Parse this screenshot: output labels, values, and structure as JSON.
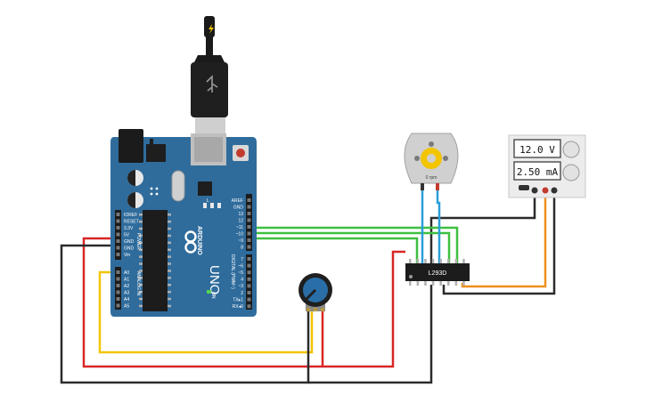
{
  "arduino": {
    "model": "UNO",
    "brand": "ARDUINO",
    "digital_header_label": "DIGITAL (PWM~)",
    "analog_header_label": "ANALOG IN",
    "power_header_label": "POWER",
    "on_label": "ON",
    "tx_label": "TX",
    "rx_label": "RX",
    "l_label": "L",
    "power_pins": [
      "IOREF",
      "RESET",
      "3.3V",
      "5V",
      "GND",
      "GND",
      "Vin"
    ],
    "analog_pins": [
      "A0",
      "A1",
      "A2",
      "A3",
      "A4",
      "A5"
    ],
    "digital_pins_top": [
      "AREF",
      "GND",
      "13",
      "12",
      "~11",
      "~10",
      "~9",
      "8"
    ],
    "digital_pins_bottom": [
      "7",
      "~6",
      "~5",
      "4",
      "~3",
      "2",
      "TX▸1",
      "RX◂0"
    ]
  },
  "driver_chip": {
    "label": "L293D"
  },
  "motor": {
    "readout": "0 rpm"
  },
  "power_supply": {
    "voltage": "12.0 V",
    "current": "2.50 mA"
  },
  "wire_colors": {
    "red": "#d92626",
    "black": "#2b2b2b",
    "yellow": "#f2c500",
    "green": "#3fbf3f",
    "orange": "#ef8f1f",
    "blue": "#2a9ed9"
  }
}
